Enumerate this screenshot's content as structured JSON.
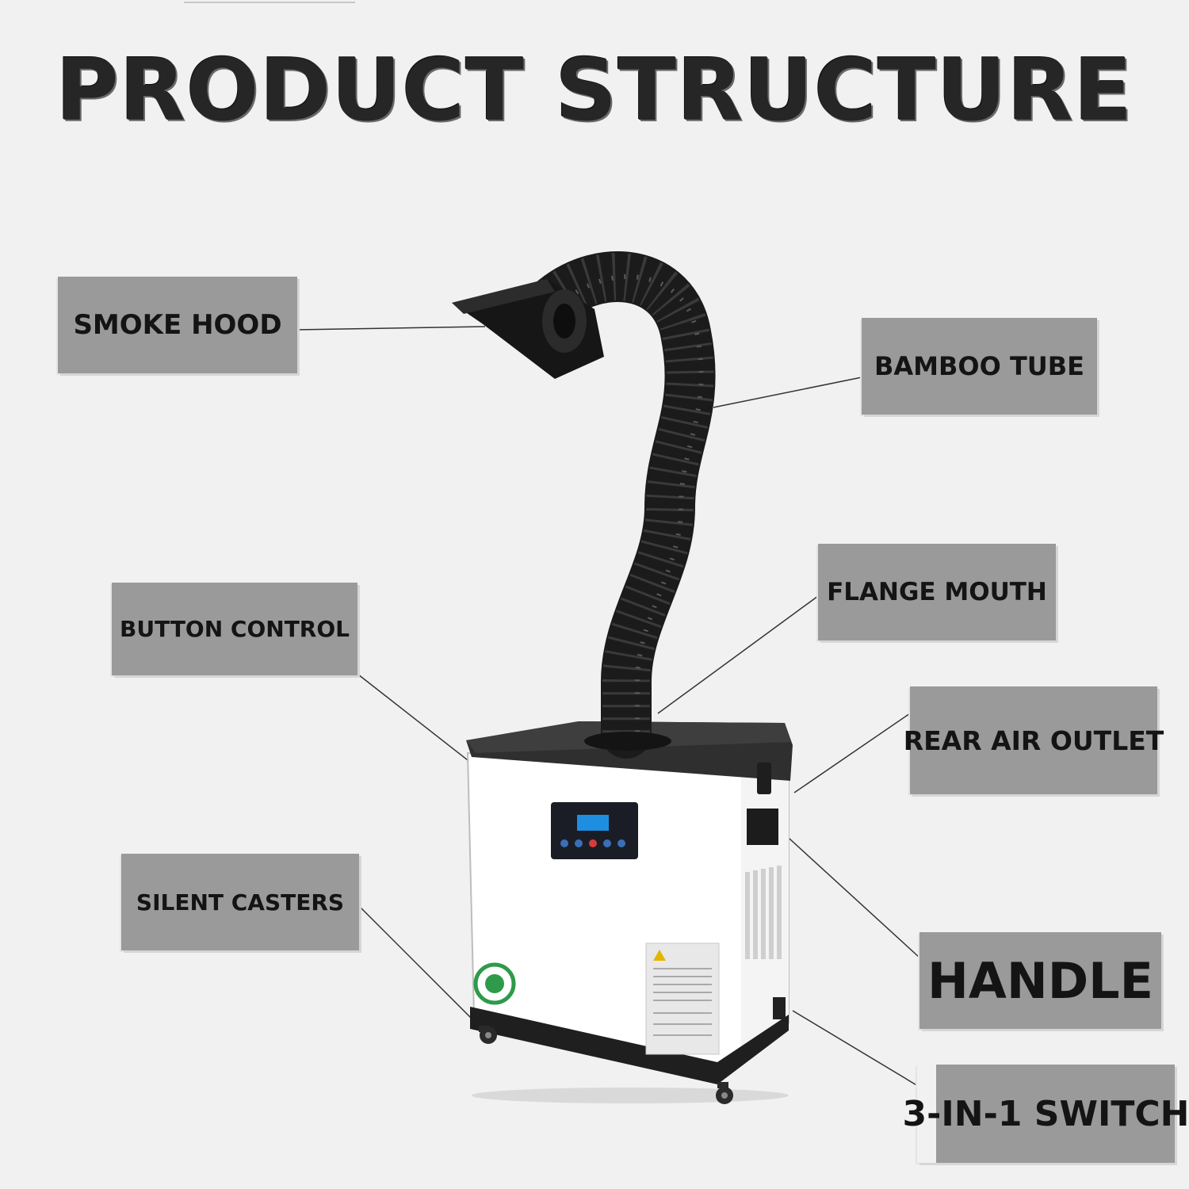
{
  "title": "PRODUCT STRUCTURE",
  "callouts": {
    "smoke_hood": "SMOKE HOOD",
    "bamboo_tube": "BAMBOO TUBE",
    "flange_mouth": "FLANGE MOUTH",
    "button_control": "BUTTON CONTROL",
    "rear_air_outlet": "REAR AIR OUTLET",
    "silent_casters": "SILENT CASTERS",
    "handle": "HANDLE",
    "switch": "3-IN-1 SWITCH"
  },
  "colors": {
    "background": "#f1f1f1",
    "label_fill": "#9a9a9a",
    "label_text": "#141414",
    "hose": "#1b1b1b",
    "cabinet": "#ffffff",
    "badge_green": "#2e9a4a"
  }
}
